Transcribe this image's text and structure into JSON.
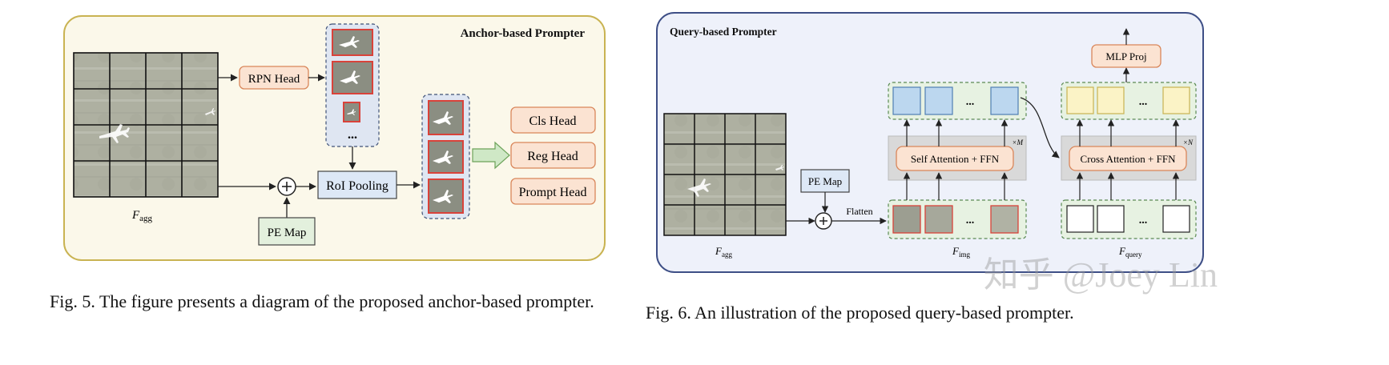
{
  "left": {
    "title": "Anchor-based Prompter",
    "rpn_head": "RPN Head",
    "roi_pooling": "RoI Pooling",
    "pe_map": "PE Map",
    "ellipsis": "...",
    "heads": [
      "Cls Head",
      "Reg Head",
      "Prompt Head"
    ],
    "feature_label": "F",
    "feature_sub": "agg",
    "caption": "Fig. 5.   The figure presents a diagram of the proposed anchor-based prompter."
  },
  "right": {
    "title": "Query-based Prompter",
    "pe_map": "PE Map",
    "flatten": "Flatten",
    "self_attention": "Self Attention + FFN",
    "cross_attention": "Cross Attention + FFN",
    "mlp_proj": "MLP Proj",
    "repeat_m": "×M",
    "repeat_n": "×N",
    "ellipsis": "...",
    "feature_label": "F",
    "feature_agg_sub": "agg",
    "feature_img_sub": "img",
    "feature_query_sub": "query",
    "caption": "Fig. 6.   An illustration of the proposed query-based prompter."
  },
  "watermark": "知乎 @Joey Lin",
  "colors": {
    "left_panel_bg": "#fbf8ea",
    "left_panel_border": "#c9b352",
    "right_panel_bg": "#eef1fa",
    "right_panel_border": "#3e4f86",
    "orange_box": "#fbe3d2",
    "orange_border": "#d9865a",
    "blue_box": "#dde8f6",
    "green_box": "#e3f0dd",
    "yellow_token": "#fbf3c6",
    "blue_token": "#bcd7ef",
    "crop_border": "#d9423a"
  }
}
